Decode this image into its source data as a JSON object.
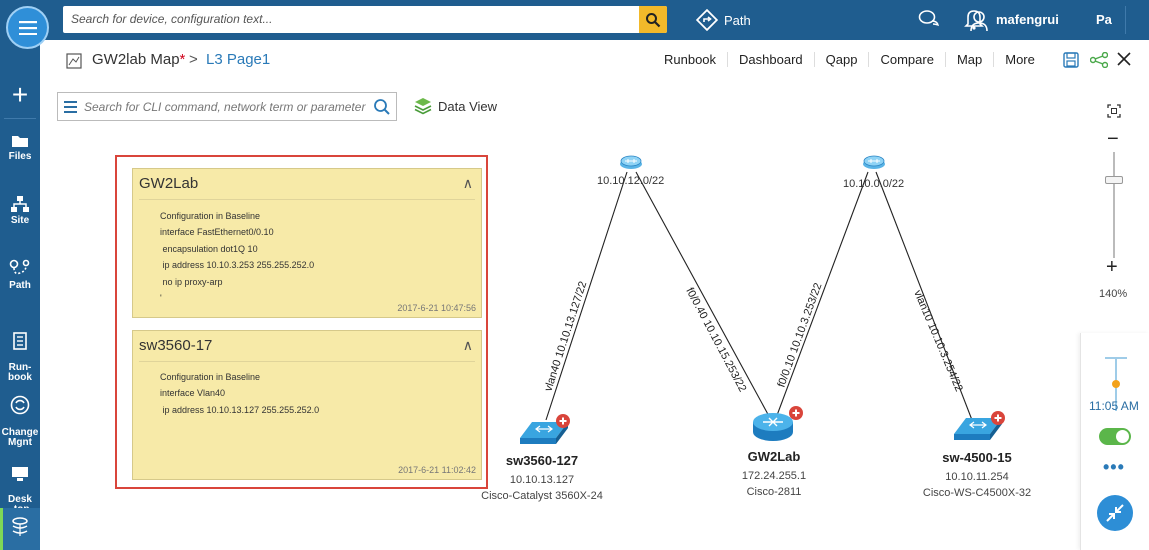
{
  "topbar": {
    "search_placeholder": "Search for device, configuration text...",
    "path_label": "Path",
    "user_name": "mafengrui",
    "overflow_label": "Pa"
  },
  "left_rail": [
    {
      "label": "Files",
      "icon": "folder-icon"
    },
    {
      "label": "Site",
      "icon": "site-icon"
    },
    {
      "label": "Path",
      "icon": "path-icon"
    },
    {
      "label": "Run-\nbook",
      "icon": "runbook-icon"
    },
    {
      "label": "Change\nMgnt",
      "icon": "change-icon"
    },
    {
      "label": "Desk\n-top",
      "icon": "desktop-icon"
    }
  ],
  "title": {
    "map_name": "GW2lab Map",
    "modified_marker": "*",
    "separator": ">",
    "page_name": "L3 Page1"
  },
  "menu": [
    "Runbook",
    "Dashboard",
    "Qapp",
    "Compare",
    "Map",
    "More"
  ],
  "cli_search": {
    "placeholder": "Search for CLI command, network term or parameter"
  },
  "data_view_label": "Data View",
  "notes": [
    {
      "title": "GW2Lab",
      "config": "Configuration in Baseline\ninterface FastEthernet0/0.10\n encapsulation dot1Q 10\n ip address 10.10.3.253 255.255.252.0\n no ip proxy-arp\n'",
      "timestamp": "2017-6-21 10:47:56"
    },
    {
      "title": "sw3560-17",
      "config": "Configuration in Baseline\ninterface Vlan40\n ip address 10.10.13.127 255.255.252.0",
      "timestamp": "2017-6-21 11:02:42"
    }
  ],
  "networks": [
    {
      "id": "net1",
      "label": "10.10.12.0/22"
    },
    {
      "id": "net2",
      "label": "10.10.0.0/22"
    }
  ],
  "devices": [
    {
      "id": "sw3560-127",
      "name": "sw3560-127",
      "ip": "10.10.13.127",
      "model": "Cisco-Catalyst 3560X-24",
      "type": "switch"
    },
    {
      "id": "gw2lab",
      "name": "GW2Lab",
      "ip": "172.24.255.1",
      "model": "Cisco-2811",
      "type": "router"
    },
    {
      "id": "sw-4500-15",
      "name": "sw-4500-15",
      "ip": "10.10.11.254",
      "model": "Cisco-WS-C4500X-32",
      "type": "switch"
    }
  ],
  "links": [
    {
      "label": "vlan40 10.10.13.127/22"
    },
    {
      "label": "f0/0.40 10.10.15.253/22"
    },
    {
      "label": "f0/0.10 10.10.3.253/22"
    },
    {
      "label": "vlan10 10.10.3.254/22"
    }
  ],
  "zoom": {
    "minus": "−",
    "plus": "+",
    "percent": "140%"
  },
  "time_panel": {
    "time": "11:05 AM",
    "more": "•••"
  },
  "colors": {
    "brand": "#1f5d8f",
    "accent": "#2f8fd8",
    "highlight": "#d9453b",
    "note_bg": "#f7eaa8",
    "toggle": "#5bb64a"
  }
}
